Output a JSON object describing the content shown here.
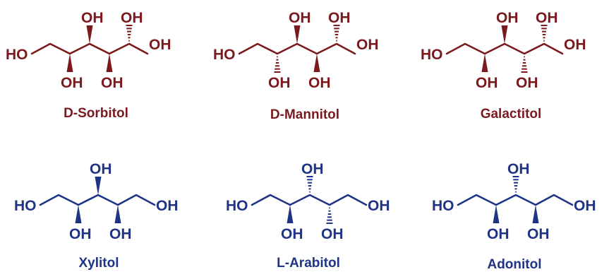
{
  "colors": {
    "hexitol": "#7a1a1f",
    "pentitol": "#1f3484"
  },
  "compounds": [
    {
      "name": "D-Sorbitol",
      "labels": {
        "left": "HO",
        "right": "OH",
        "oh1": "OH",
        "oh2": "OH",
        "oh3": "OH",
        "oh4": "OH"
      },
      "stereo": [
        "wedge",
        "wedge",
        "wedge",
        "hash"
      ]
    },
    {
      "name": "D-Mannitol",
      "labels": {
        "left": "HO",
        "right": "OH",
        "oh1": "OH",
        "oh2": "OH",
        "oh3": "OH",
        "oh4": "OH"
      },
      "stereo": [
        "hash",
        "wedge",
        "wedge",
        "hash"
      ]
    },
    {
      "name": "Galactitol",
      "labels": {
        "left": "HO",
        "right": "OH",
        "oh1": "OH",
        "oh2": "OH",
        "oh3": "OH",
        "oh4": "OH"
      },
      "stereo": [
        "wedge",
        "wedge",
        "hash",
        "hash"
      ]
    },
    {
      "name": "Xylitol",
      "labels": {
        "left": "HO",
        "right": "OH",
        "oh1": "OH",
        "oh2": "OH",
        "oh3": "OH"
      },
      "stereo": [
        "wedge",
        "wedge",
        "wedge"
      ]
    },
    {
      "name": "L-Arabitol",
      "labels": {
        "left": "HO",
        "right": "OH",
        "oh1": "OH",
        "oh2": "OH",
        "oh3": "OH"
      },
      "stereo": [
        "wedge",
        "hash",
        "hash"
      ]
    },
    {
      "name": "Adonitol",
      "labels": {
        "left": "HO",
        "right": "OH",
        "oh1": "OH",
        "oh2": "OH",
        "oh3": "OH"
      },
      "stereo": [
        "wedge",
        "hash",
        "wedge"
      ]
    }
  ]
}
